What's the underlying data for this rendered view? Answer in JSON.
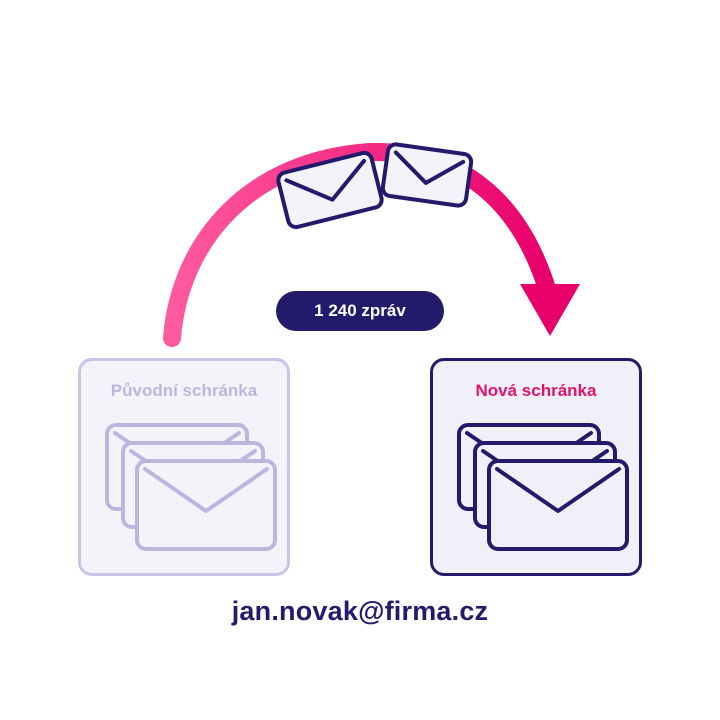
{
  "diagram": {
    "source_mailbox_label": "Původní schránka",
    "target_mailbox_label": "Nová schránka",
    "message_count_label": "1 240 zpráv",
    "account_email": "jan.novak@firma.cz"
  },
  "colors": {
    "arc_start": "#ff5aa0",
    "arc_end": "#e8006b",
    "navy": "#241a6b",
    "muted": "#c9c4e6",
    "accent_text": "#e3126c"
  },
  "icons": {
    "transfer_arrow": "curved-arrow-icon",
    "message": "envelope-icon"
  }
}
